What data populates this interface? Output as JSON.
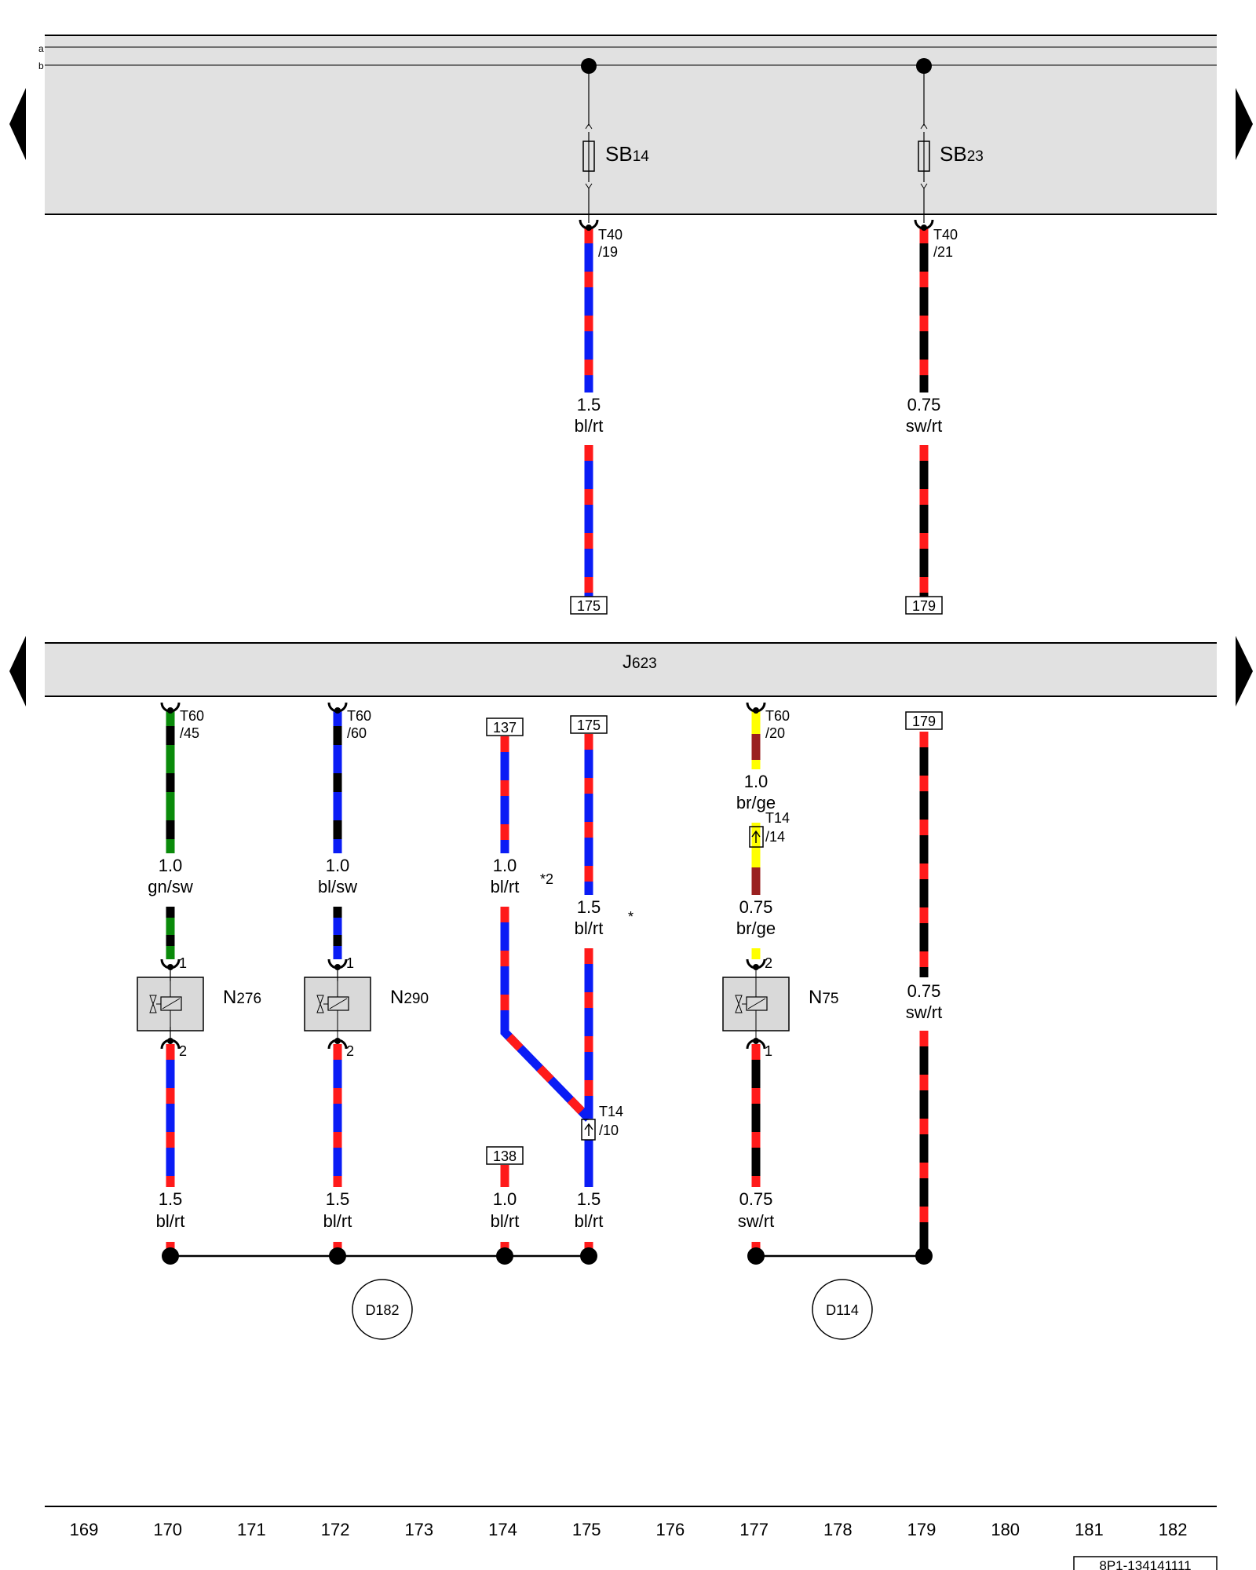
{
  "rails": [
    "a",
    "b"
  ],
  "fuses": [
    {
      "name": "SB",
      "sub": "14"
    },
    {
      "name": "SB",
      "sub": "23"
    }
  ],
  "connectors": {
    "t40_19": [
      "T40",
      "/19"
    ],
    "t40_21": [
      "T40",
      "/21"
    ],
    "t60_45": [
      "T60",
      "/45"
    ],
    "t60_60": [
      "T60",
      "/60"
    ],
    "t60_20": [
      "T60",
      "/20"
    ],
    "t14_14": [
      "T14",
      "/14"
    ],
    "t14_10": [
      "T14",
      "/10"
    ]
  },
  "wires": {
    "w1": [
      "1.5",
      "bl/rt"
    ],
    "w2": [
      "0.75",
      "sw/rt"
    ],
    "w3": [
      "1.0",
      "gn/sw"
    ],
    "w4": [
      "1.0",
      "bl/sw"
    ],
    "w5": [
      "1.0",
      "bl/rt"
    ],
    "w6": [
      "1.5",
      "bl/rt"
    ],
    "w7": [
      "1.0",
      "br/ge"
    ],
    "w8": [
      "0.75",
      "br/ge"
    ],
    "w9": [
      "0.75",
      "sw/rt"
    ],
    "w10": [
      "1.5",
      "bl/rt"
    ],
    "w11": [
      "1.5",
      "bl/rt"
    ],
    "w12": [
      "1.0",
      "bl/rt"
    ],
    "w13": [
      "1.5",
      "bl/rt"
    ],
    "w14": [
      "0.75",
      "sw/rt"
    ]
  },
  "refs": {
    "r175a": "175",
    "r179a": "179",
    "r137": "137",
    "r175b": "175",
    "r179b": "179",
    "r138": "138"
  },
  "notes": {
    "star2": "*2",
    "star": "*"
  },
  "control_unit": {
    "name": "J",
    "sub": "623"
  },
  "components": [
    {
      "name": "N",
      "sub": "276",
      "pin_top": "1",
      "pin_bottom": "2"
    },
    {
      "name": "N",
      "sub": "290",
      "pin_top": "1",
      "pin_bottom": "2"
    },
    {
      "name": "N",
      "sub": "75",
      "pin_top": "2",
      "pin_bottom": "1"
    }
  ],
  "grounds": [
    "D182",
    "D114"
  ],
  "track_numbers": [
    "169",
    "170",
    "171",
    "172",
    "173",
    "174",
    "175",
    "176",
    "177",
    "178",
    "179",
    "180",
    "181",
    "182"
  ],
  "doc_id": "8P1-134141111",
  "colors": {
    "panel": "#e1e1e1",
    "bl": "#0a1cf5",
    "rt": "#ff1a1a",
    "sw": "#000000",
    "gn": "#0a8a0a",
    "br": "#9a2020",
    "ge": "#ffff00"
  }
}
